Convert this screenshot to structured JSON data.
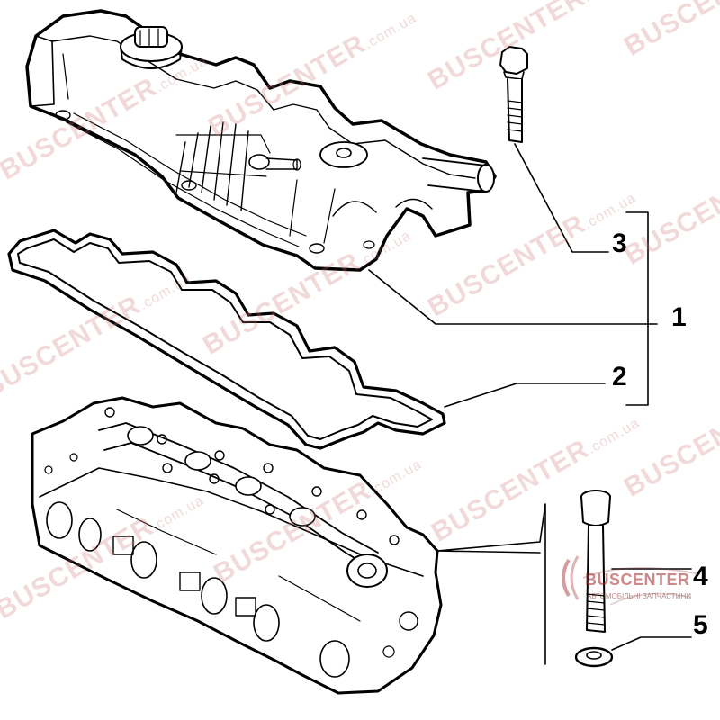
{
  "watermark": {
    "brand": "BUSCENTER",
    "domain": ".com.ua",
    "color": "#d27878"
  },
  "logo": {
    "name": "BUSCENTER",
    "tagline": "АВТОМОБІЛЬНІ ЗАПЧАСТИНИ"
  },
  "callouts": [
    {
      "number": "1",
      "part": "valve-cover"
    },
    {
      "number": "2",
      "part": "valve-cover-gasket"
    },
    {
      "number": "3",
      "part": "cover-bolt"
    },
    {
      "number": "4",
      "part": "head-bolt"
    },
    {
      "number": "5",
      "part": "head-bolt-washer"
    }
  ]
}
